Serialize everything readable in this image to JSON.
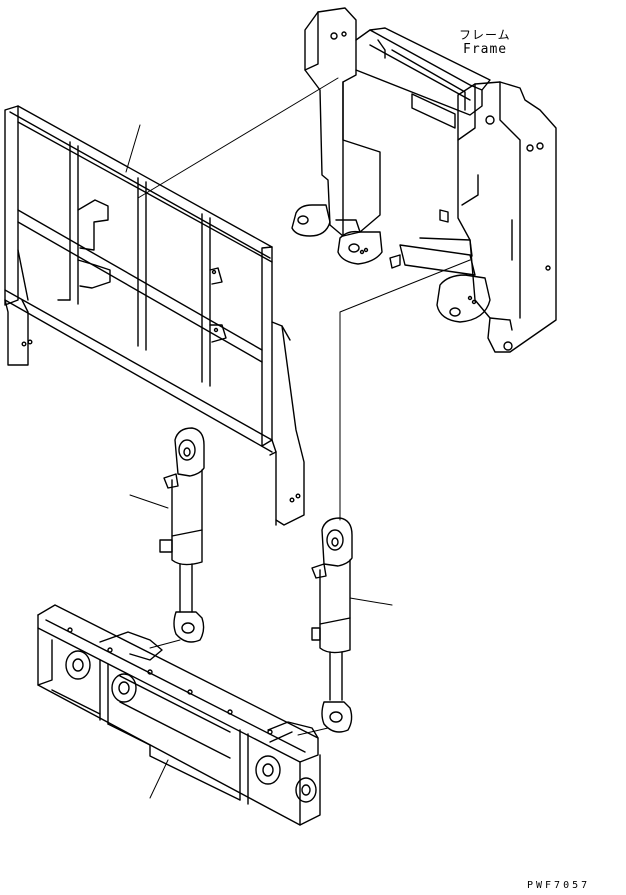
{
  "labels": {
    "frame_jp": "フレーム",
    "frame_en": "Frame",
    "drawing_id": "PWF7057"
  }
}
